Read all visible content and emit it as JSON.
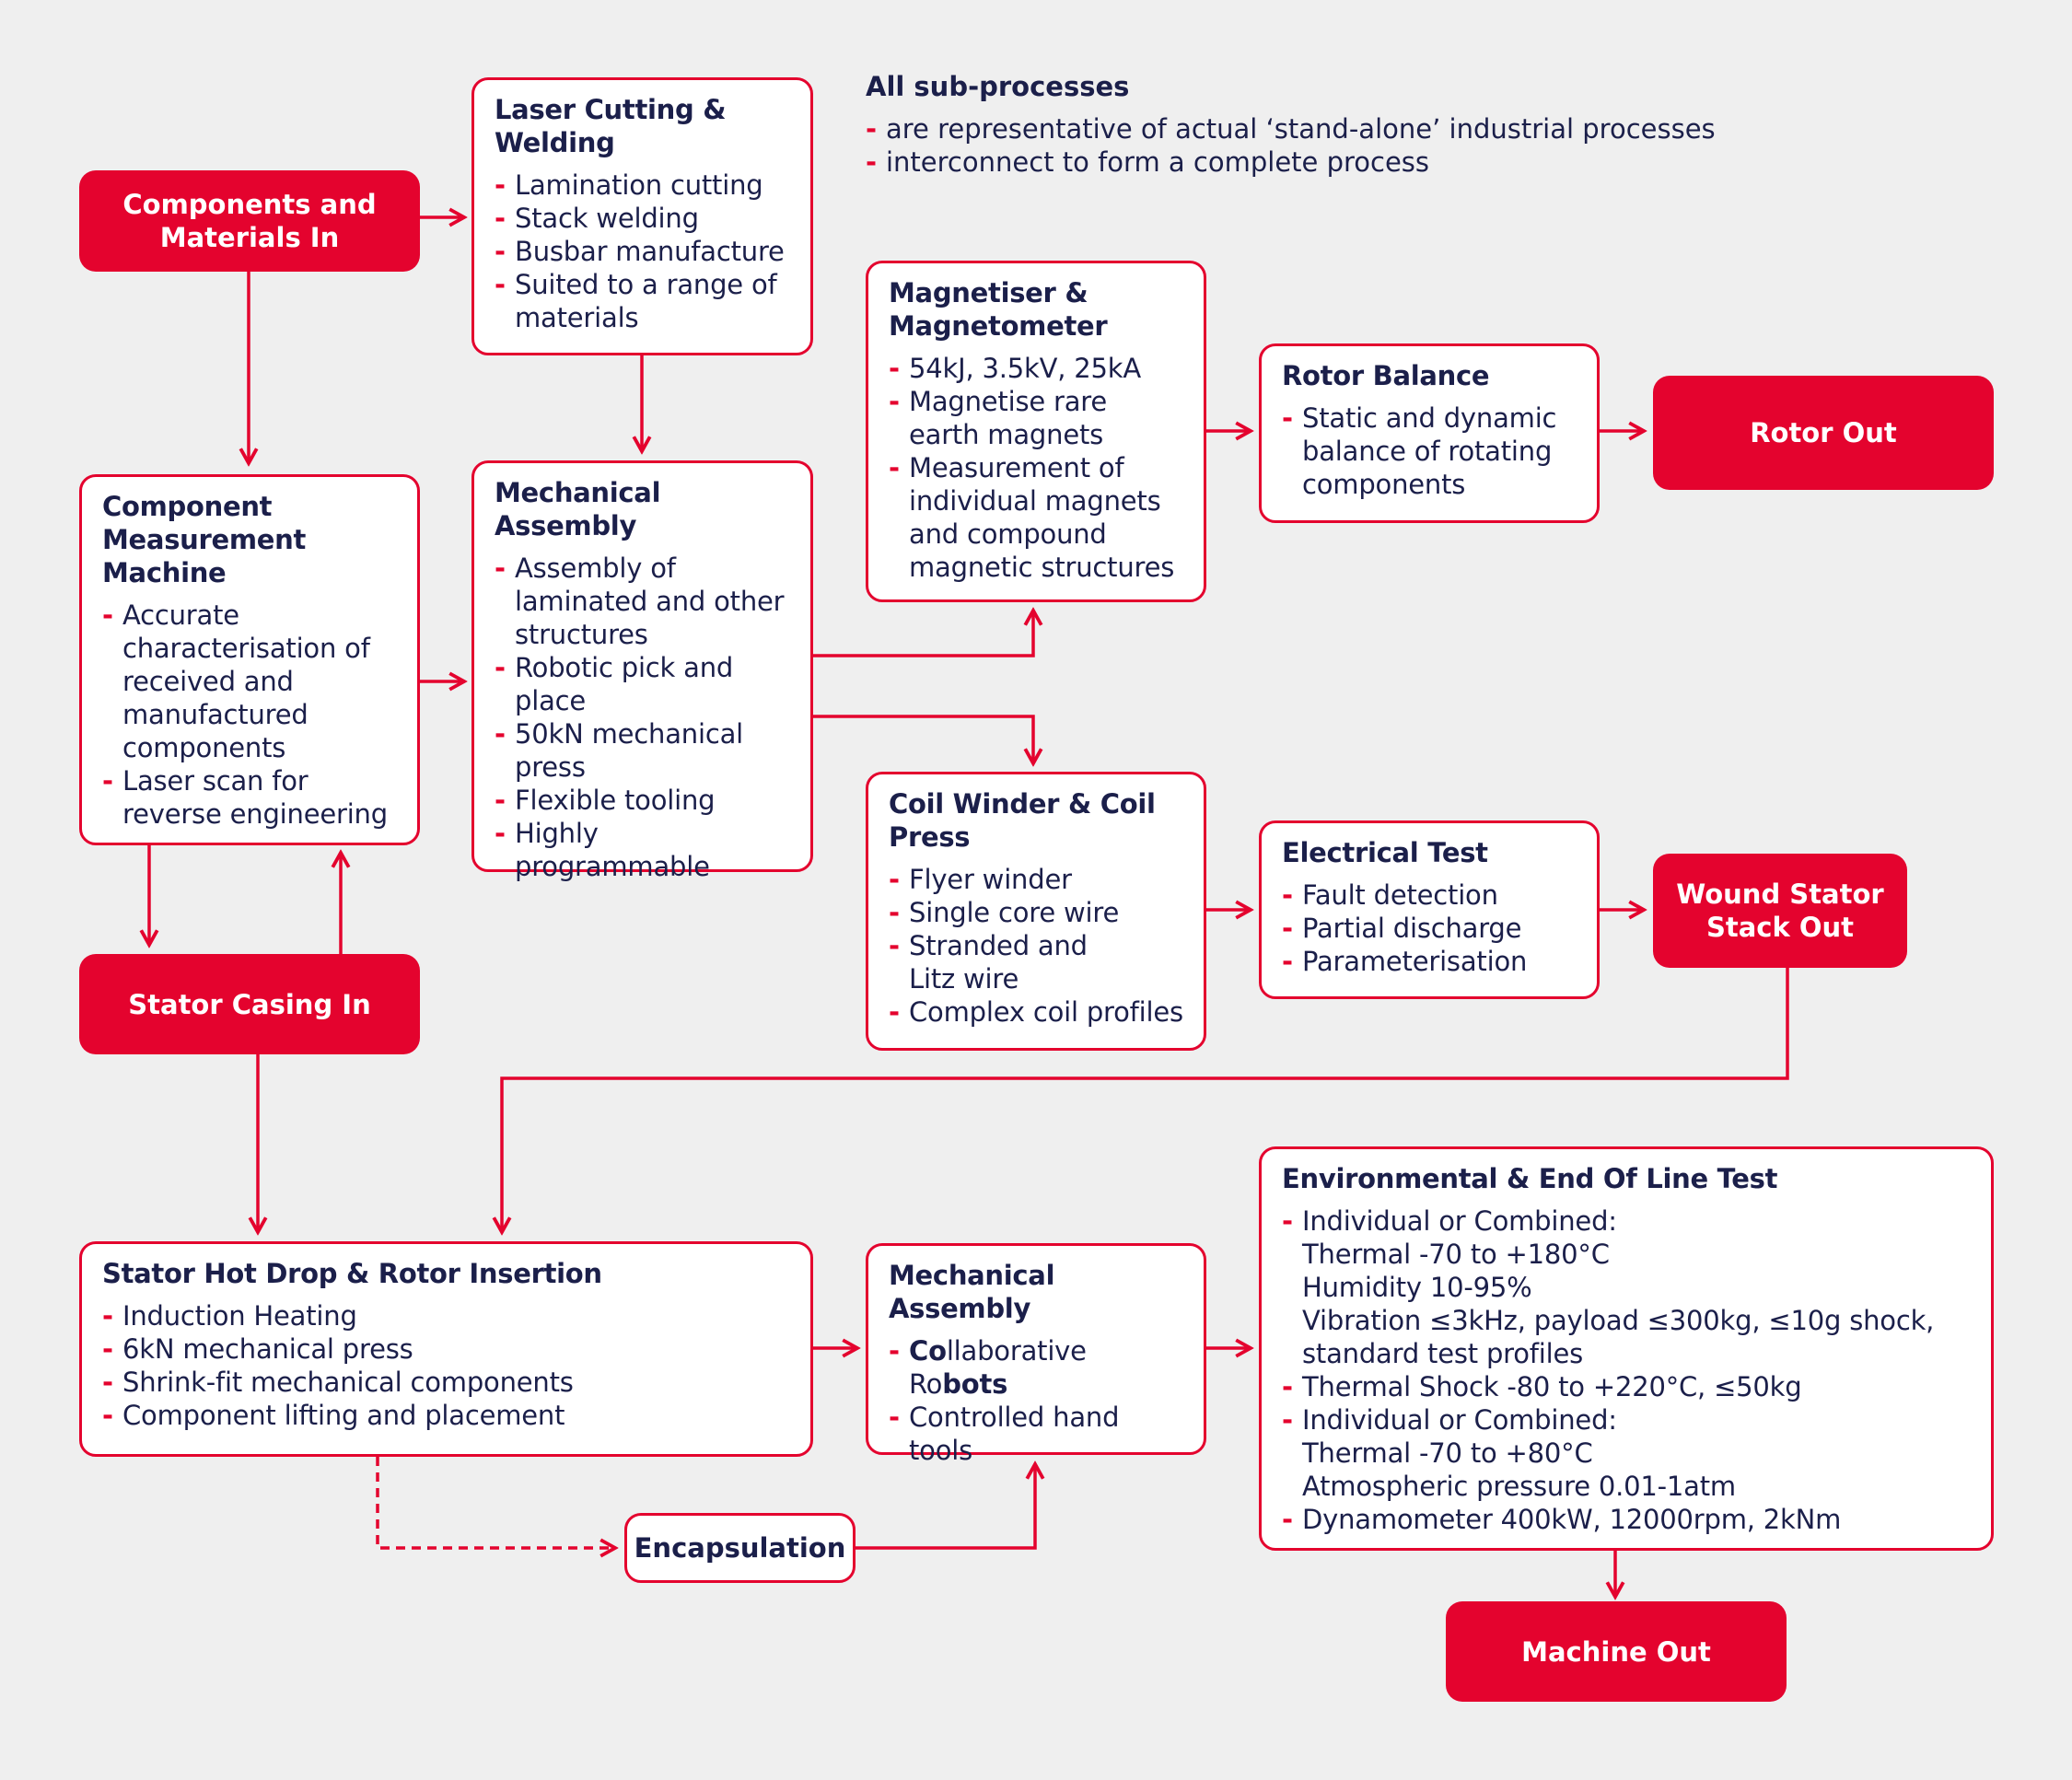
{
  "note": {
    "title": "All sub-processes",
    "items": [
      "are representative of actual ‘stand-alone’ industrial processes",
      "interconnect to form a complete process"
    ]
  },
  "terminals": {
    "components_in": [
      "Components and",
      "Materials In"
    ],
    "stator_casing_in": "Stator Casing In",
    "rotor_out": "Rotor Out",
    "wound_stator_out": [
      "Wound Stator",
      "Stack Out"
    ],
    "machine_out": "Machine Out"
  },
  "laser": {
    "title": [
      "Laser Cutting &",
      "Welding"
    ],
    "items": [
      [
        "Lamination cutting"
      ],
      [
        "Stack welding"
      ],
      [
        "Busbar manufacture"
      ],
      [
        "Suited to a range of",
        "materials"
      ]
    ]
  },
  "cmm": {
    "title": [
      "Component",
      "Measurement",
      "Machine"
    ],
    "items": [
      [
        "Accurate",
        "characterisation of",
        "received and",
        "manufactured",
        "components"
      ],
      [
        "Laser scan for",
        "reverse engineering"
      ]
    ]
  },
  "mech1": {
    "title": [
      "Mechanical Assembly"
    ],
    "items": [
      [
        "Assembly of",
        "laminated and other",
        "structures"
      ],
      [
        "Robotic pick and",
        "place"
      ],
      [
        "50kN mechanical",
        "press"
      ],
      [
        "Flexible tooling"
      ],
      [
        "Highly",
        "programmable"
      ]
    ]
  },
  "magnetiser": {
    "title": [
      "Magnetiser &",
      "Magnetometer"
    ],
    "items": [
      [
        "54kJ, 3.5kV, 25kA"
      ],
      [
        "Magnetise rare",
        "earth magnets"
      ],
      [
        "Measurement of",
        "individual magnets",
        "and compound",
        "magnetic structures"
      ]
    ]
  },
  "rotor_balance": {
    "title": [
      "Rotor Balance"
    ],
    "items": [
      [
        "Static and dynamic",
        "balance of rotating",
        "components"
      ]
    ]
  },
  "coil": {
    "title": [
      "Coil Winder & Coil",
      "Press"
    ],
    "items": [
      [
        "Flyer winder"
      ],
      [
        "Single core wire"
      ],
      [
        "Stranded and",
        "Litz wire"
      ],
      [
        "Complex coil profiles"
      ]
    ]
  },
  "electrical": {
    "title": [
      "Electrical Test"
    ],
    "items": [
      [
        "Fault detection"
      ],
      [
        "Partial discharge"
      ],
      [
        "Parameterisation"
      ]
    ]
  },
  "hotdrop": {
    "title": [
      "Stator Hot Drop & Rotor Insertion"
    ],
    "items": [
      [
        "Induction Heating"
      ],
      [
        "6kN mechanical press"
      ],
      [
        "Shrink-fit mechanical components"
      ],
      [
        "Component lifting and placement"
      ]
    ]
  },
  "mech2": {
    "title": [
      "Mechanical Assembly"
    ],
    "cobot_line1": [
      "Co",
      "llaborative"
    ],
    "cobot_line2": [
      "Ro",
      "bots"
    ],
    "items": [
      [
        "Controlled hand",
        "tools"
      ]
    ]
  },
  "env": {
    "title": [
      "Environmental & End Of Line Test"
    ],
    "items": [
      [
        "Individual or Combined:",
        "Thermal -70 to +180°C",
        "Humidity 10-95%",
        "Vibration ≤3kHz, payload ≤300kg, ≤10g shock,",
        "standard test profiles"
      ],
      [
        "Thermal Shock -80 to +220°C, ≤50kg"
      ],
      [
        "Individual or Combined:",
        "Thermal -70 to +80°C",
        "Atmospheric pressure 0.01-1atm"
      ],
      [
        "Dynamometer 400kW, 12000rpm, 2kNm"
      ]
    ]
  },
  "encapsulation": "Encapsulation",
  "colors": {
    "accent": "#e4032e",
    "text": "#1b1f4a",
    "background": "#efefef"
  }
}
